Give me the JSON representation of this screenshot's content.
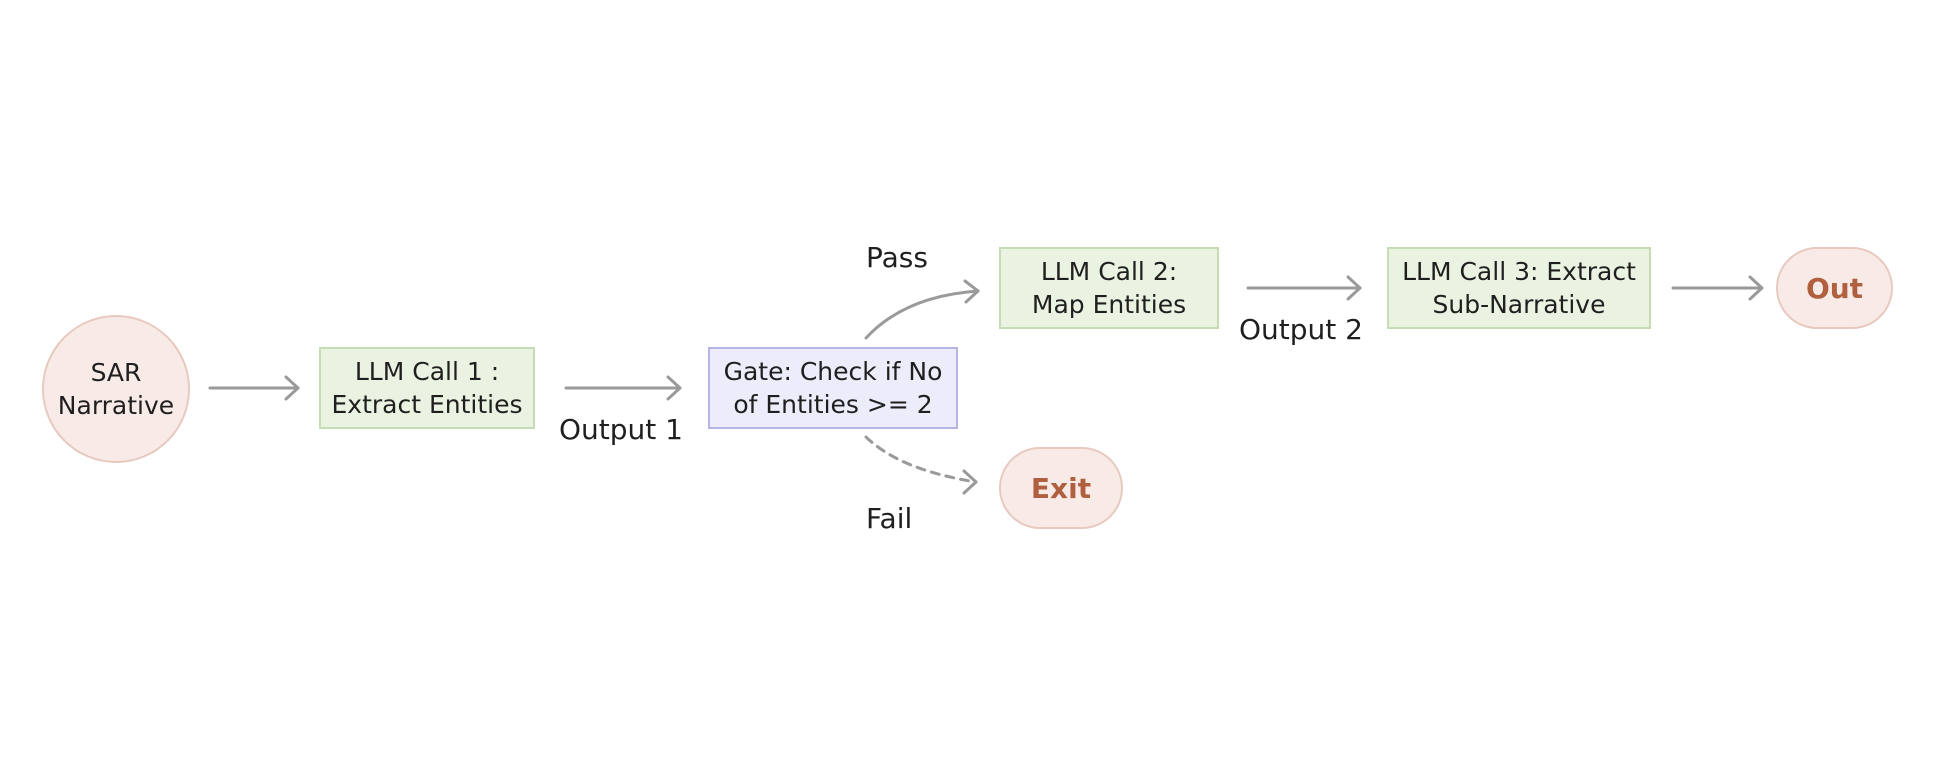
{
  "diagram": {
    "nodes": {
      "sar_narrative": "SAR\nNarrative",
      "llm_call_1": "LLM Call 1 :\nExtract Entities",
      "gate": "Gate: Check if No\nof Entities >= 2",
      "llm_call_2": "LLM Call 2:\nMap Entities",
      "llm_call_3": "LLM Call 3: Extract\nSub-Narrative",
      "exit": "Exit",
      "out": "Out"
    },
    "edge_labels": {
      "output_1": "Output 1",
      "output_2": "Output 2",
      "pass": "Pass",
      "fail": "Fail"
    },
    "colors": {
      "terminal_fill": "#f8ebe7",
      "terminal_border": "#e8c9bf",
      "terminal_text": "#b0603f",
      "step_fill": "#eaf3e1",
      "step_border": "#c5dcb4",
      "gate_fill": "#ececfa",
      "gate_border": "#b6b6e6",
      "arrow": "#9a9a9a"
    }
  }
}
